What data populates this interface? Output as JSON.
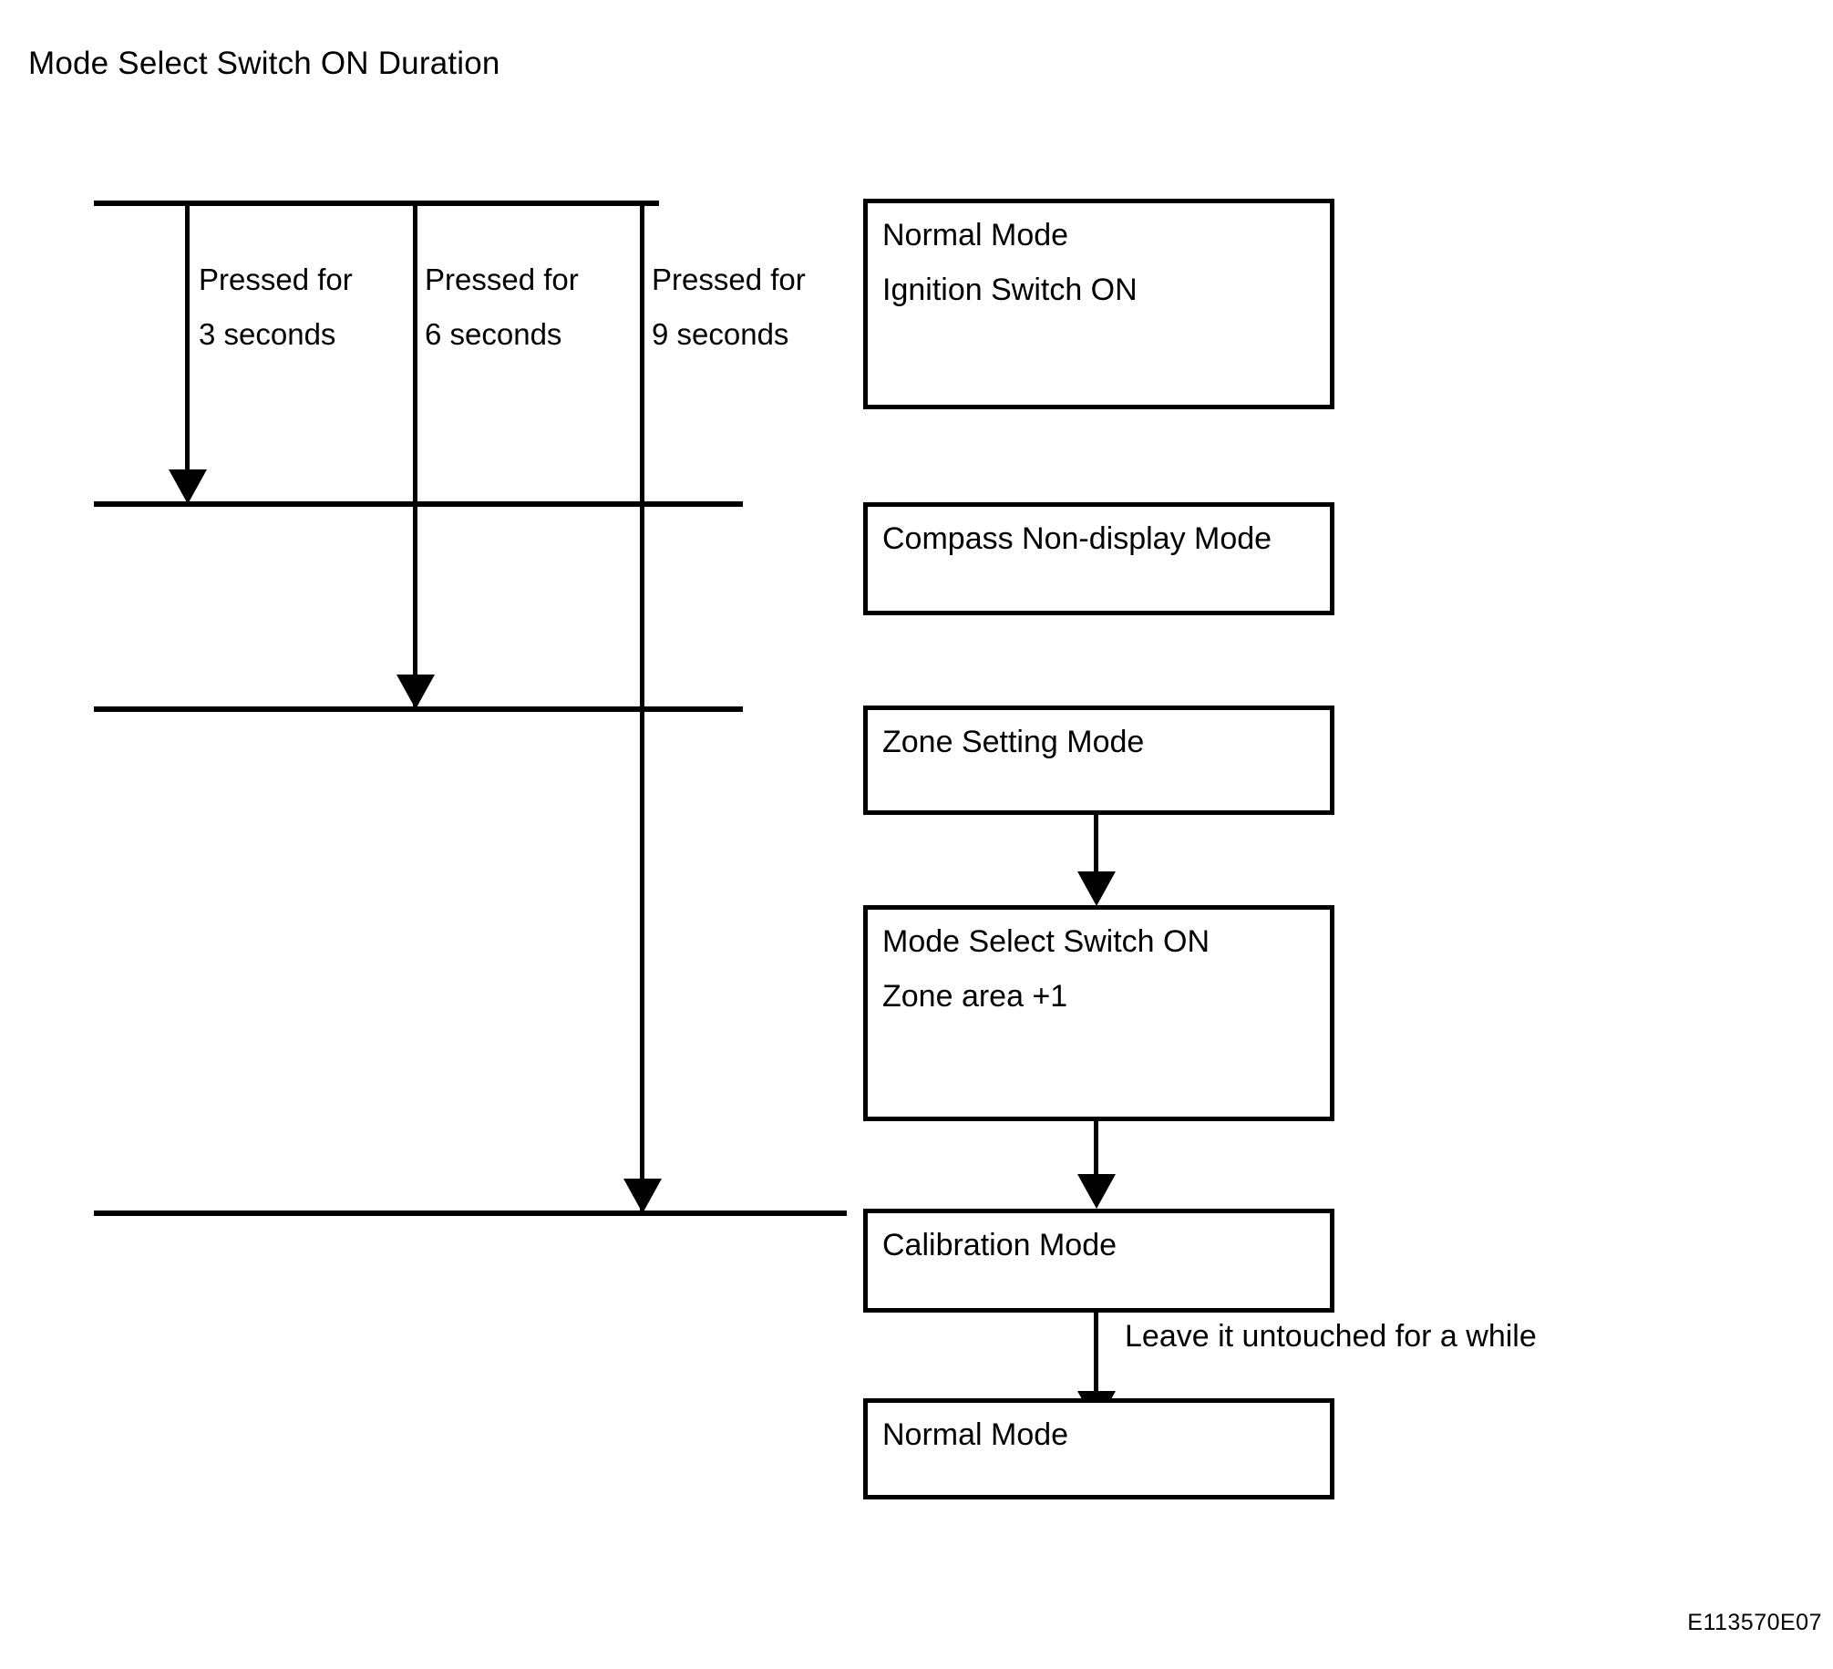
{
  "title": "Mode Select Switch ON Duration",
  "reference_code": "E113570E07",
  "timeline": {
    "segments": [
      {
        "line1": "Pressed for",
        "line2": "3 seconds"
      },
      {
        "line1": "Pressed for",
        "line2": "6 seconds"
      },
      {
        "line1": "Pressed for",
        "line2": "9 seconds"
      }
    ]
  },
  "boxes": [
    {
      "line1": "Normal Mode",
      "line2": "Ignition Switch ON"
    },
    {
      "line1": "Compass Non-display Mode",
      "line2": ""
    },
    {
      "line1": "Zone Setting Mode",
      "line2": ""
    },
    {
      "line1": "Mode Select Switch ON",
      "line2": "Zone area +1"
    },
    {
      "line1": "Calibration Mode",
      "line2": ""
    },
    {
      "line1": "Normal Mode",
      "line2": ""
    }
  ],
  "annotations": {
    "leave_untouched": "Leave it untouched for a while"
  },
  "colors": {
    "ink": "#000000",
    "background": "#ffffff"
  }
}
